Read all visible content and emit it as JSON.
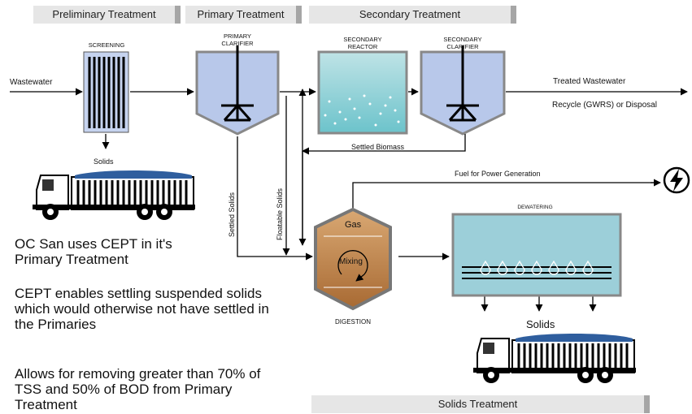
{
  "stages": {
    "preliminary": "Preliminary Treatment",
    "primary": "Primary Treatment",
    "secondary": "Secondary Treatment",
    "solids": "Solids Treatment"
  },
  "units": {
    "screening": "SCREENING",
    "primary_clarifier": [
      "PRIMARY",
      "CLARIFIER"
    ],
    "secondary_reactor": [
      "SECONDARY",
      "REACTOR"
    ],
    "secondary_clarifier": [
      "SECONDARY",
      "CLARIFIER"
    ],
    "dewatering": "DEWATERING",
    "digestion": "DIGESTION",
    "gas": "Gas",
    "mixing": "Mixing"
  },
  "flows": {
    "wastewater": "Wastewater",
    "solids_top": "Solids",
    "treated": "Treated Wastewater",
    "recycle": "Recycle (GWRS) or Disposal",
    "settled_biomass": "Settled Biomass",
    "fuel": "Fuel for Power Generation",
    "settled_solids": "Settled Solids",
    "floatable_solids": "Floatable Solids",
    "solids_bottom": "Solids"
  },
  "notes": [
    "OC San uses CEPT in it's Primary Treatment",
    "CEPT enables settling suspended solids which would otherwise not have settled in the Primaries",
    "Allows for removing greater than 70% of TSS and 50% of BOD from Primary Treatment"
  ]
}
